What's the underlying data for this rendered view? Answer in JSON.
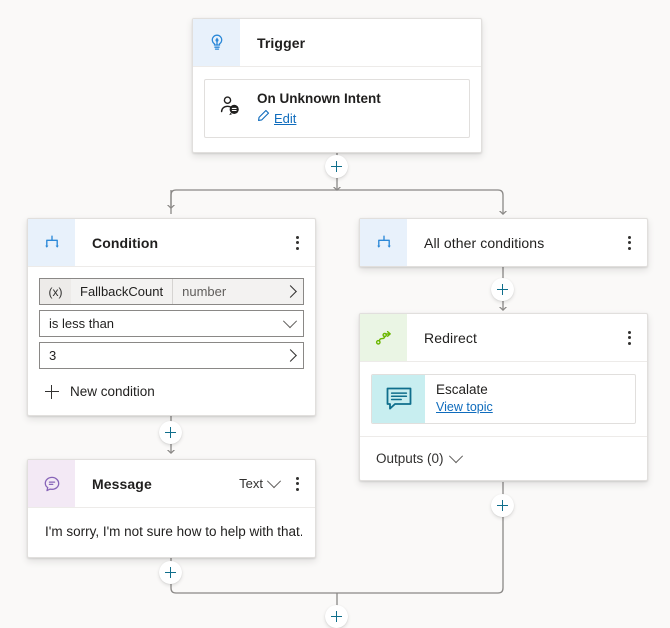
{
  "canvas": {
    "background": "#faf9f8",
    "accent_blue": "#0f6cbd",
    "accent_teal": "#0f6e8c",
    "connector_color": "#8a8886"
  },
  "trigger": {
    "icon": "trigger-lightbulb-icon",
    "title": "Trigger",
    "intent": {
      "icon": "person-chat-icon",
      "name": "On Unknown Intent",
      "edit_icon": "pencil-icon",
      "edit_label": "Edit"
    }
  },
  "condition": {
    "icon": "branch-condition-icon",
    "title": "Condition",
    "menu_icon": "kebab-menu-icon",
    "variable": {
      "badge": "(x)",
      "name": "FallbackCount",
      "type": "number",
      "expand_icon": "chevron-right-icon"
    },
    "operator": {
      "value": "is less than",
      "dropdown_icon": "chevron-down-icon"
    },
    "value": {
      "value": "3",
      "expand_icon": "chevron-right-icon"
    },
    "new_condition": {
      "icon": "plus-icon",
      "label": "New condition"
    }
  },
  "all_other_conditions": {
    "icon": "branch-condition-icon",
    "title": "All other conditions",
    "menu_icon": "kebab-menu-icon"
  },
  "redirect": {
    "icon": "redirect-arrow-icon",
    "title": "Redirect",
    "menu_icon": "kebab-menu-icon",
    "topic": {
      "icon": "topic-chat-icon",
      "name": "Escalate",
      "link_label": "View topic"
    },
    "outputs": {
      "label": "Outputs (0)",
      "dropdown_icon": "chevron-down-icon"
    }
  },
  "message": {
    "icon": "message-bubble-icon",
    "title": "Message",
    "type_label": "Text",
    "type_dropdown_icon": "chevron-down-icon",
    "menu_icon": "kebab-menu-icon",
    "text": "I'm sorry, I'm not sure how to help with that...."
  },
  "edge_buttons": [
    {
      "name": "add-node-after-trigger",
      "label": "+"
    },
    {
      "name": "add-node-after-all-other-conditions",
      "label": "+"
    },
    {
      "name": "add-node-after-condition",
      "label": "+"
    },
    {
      "name": "add-node-after-message",
      "label": "+"
    },
    {
      "name": "add-node-after-redirect",
      "label": "+"
    },
    {
      "name": "add-node-after-merge",
      "label": "+"
    }
  ]
}
